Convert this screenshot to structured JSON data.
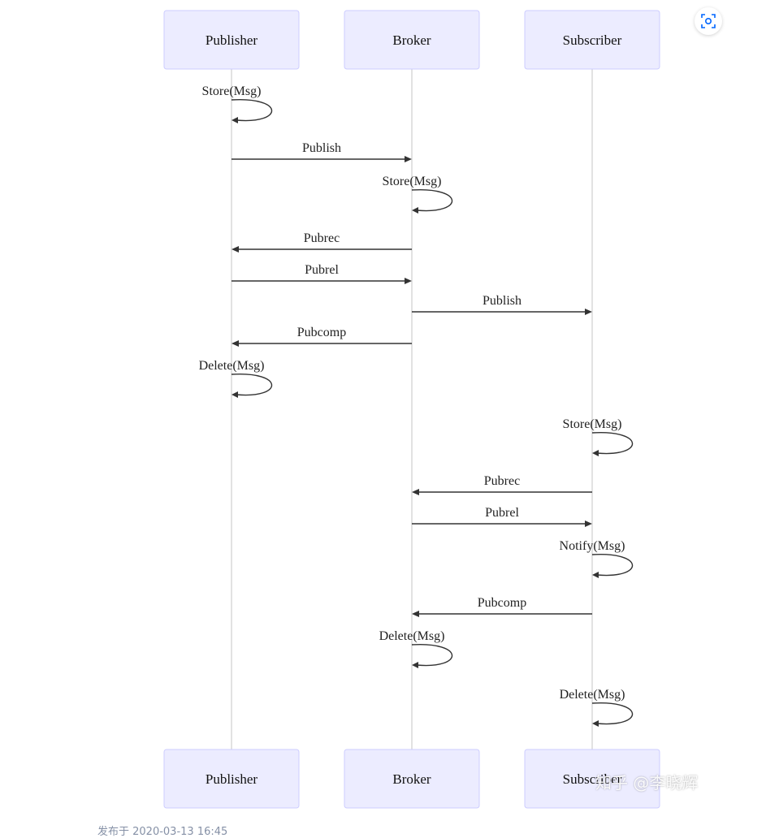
{
  "actors": [
    {
      "id": "publisher",
      "label": "Publisher"
    },
    {
      "id": "broker",
      "label": "Broker"
    },
    {
      "id": "subscriber",
      "label": "Subscriber"
    }
  ],
  "messages": [
    {
      "from": "publisher",
      "to": "publisher",
      "label": "Store(Msg)"
    },
    {
      "from": "publisher",
      "to": "broker",
      "label": "Publish"
    },
    {
      "from": "broker",
      "to": "broker",
      "label": "Store(Msg)"
    },
    {
      "from": "broker",
      "to": "publisher",
      "label": "Pubrec"
    },
    {
      "from": "publisher",
      "to": "broker",
      "label": "Pubrel"
    },
    {
      "from": "broker",
      "to": "subscriber",
      "label": "Publish"
    },
    {
      "from": "broker",
      "to": "publisher",
      "label": "Pubcomp"
    },
    {
      "from": "publisher",
      "to": "publisher",
      "label": "Delete(Msg)"
    },
    {
      "from": "subscriber",
      "to": "subscriber",
      "label": "Store(Msg)"
    },
    {
      "from": "subscriber",
      "to": "broker",
      "label": "Pubrec"
    },
    {
      "from": "broker",
      "to": "subscriber",
      "label": "Pubrel"
    },
    {
      "from": "subscriber",
      "to": "subscriber",
      "label": "Notify(Msg)"
    },
    {
      "from": "subscriber",
      "to": "broker",
      "label": "Pubcomp"
    },
    {
      "from": "broker",
      "to": "broker",
      "label": "Delete(Msg)"
    },
    {
      "from": "subscriber",
      "to": "subscriber",
      "label": "Delete(Msg)"
    }
  ],
  "watermark": "知乎 @李晓辉",
  "footer": "发布于 2020-03-13 16:45",
  "zoom_icon": "zoom-scan-icon"
}
